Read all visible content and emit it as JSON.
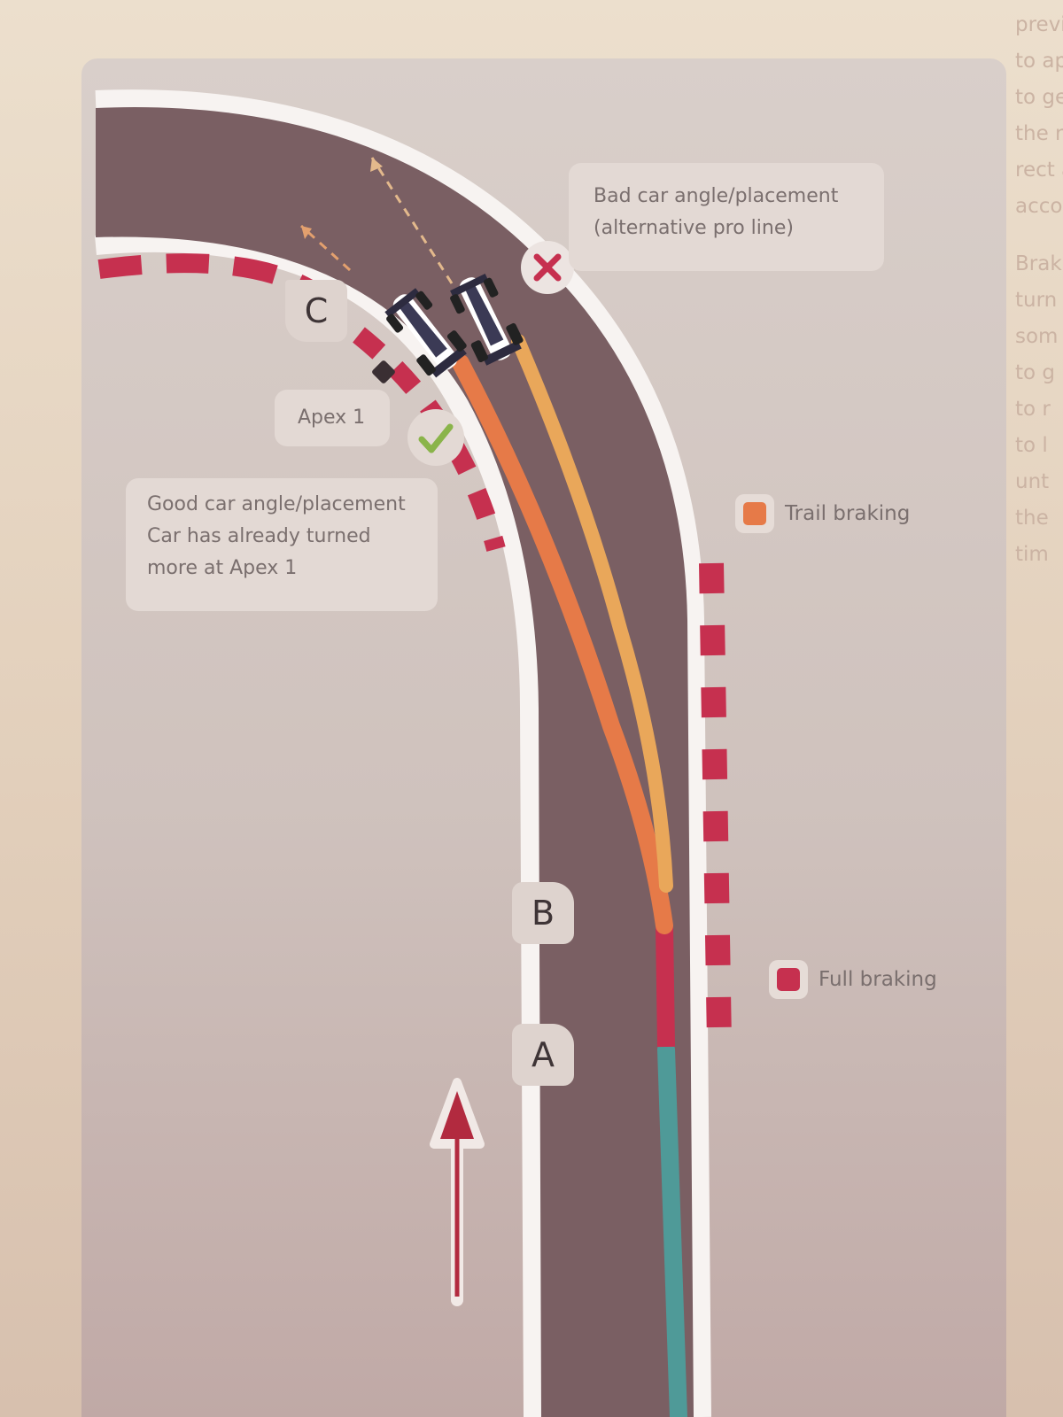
{
  "callouts": {
    "bad": {
      "line1": "Bad car angle/placement",
      "line2": "(alternative pro line)"
    },
    "good": {
      "line1": "Good car angle/placement",
      "line2": "Car has already turned",
      "line3": "more at Apex 1"
    },
    "apex": "Apex 1"
  },
  "markers": {
    "a": "A",
    "b": "B",
    "c": "C"
  },
  "legend": {
    "trail_braking": {
      "label": "Trail braking",
      "color": "#e67a48"
    },
    "full_braking": {
      "label": "Full braking",
      "color": "#c6304f"
    }
  },
  "colors": {
    "track": "#7a5f63",
    "kerb_red": "#c6304f",
    "approach_line": "#4f9a98",
    "alt_line": "#e9a75a",
    "good_mark": "#8ab44a",
    "bad_mark": "#c6304f",
    "direction_arrow": "#b22a3f"
  },
  "icons": {
    "good": "check-icon",
    "bad": "x-icon",
    "direction": "arrow-up-icon",
    "apex": "apex-diamond-icon",
    "cars": "race-car-icon"
  },
  "page_text_fragments_top": [
    "previou",
    "to ape",
    "to get",
    "the ri",
    "rect a",
    "accor"
  ],
  "page_text_fragments_mid": [
    "Brak",
    "turn",
    "som",
    "to g",
    "to r",
    "to l",
    "unt",
    "the",
    "tim"
  ]
}
